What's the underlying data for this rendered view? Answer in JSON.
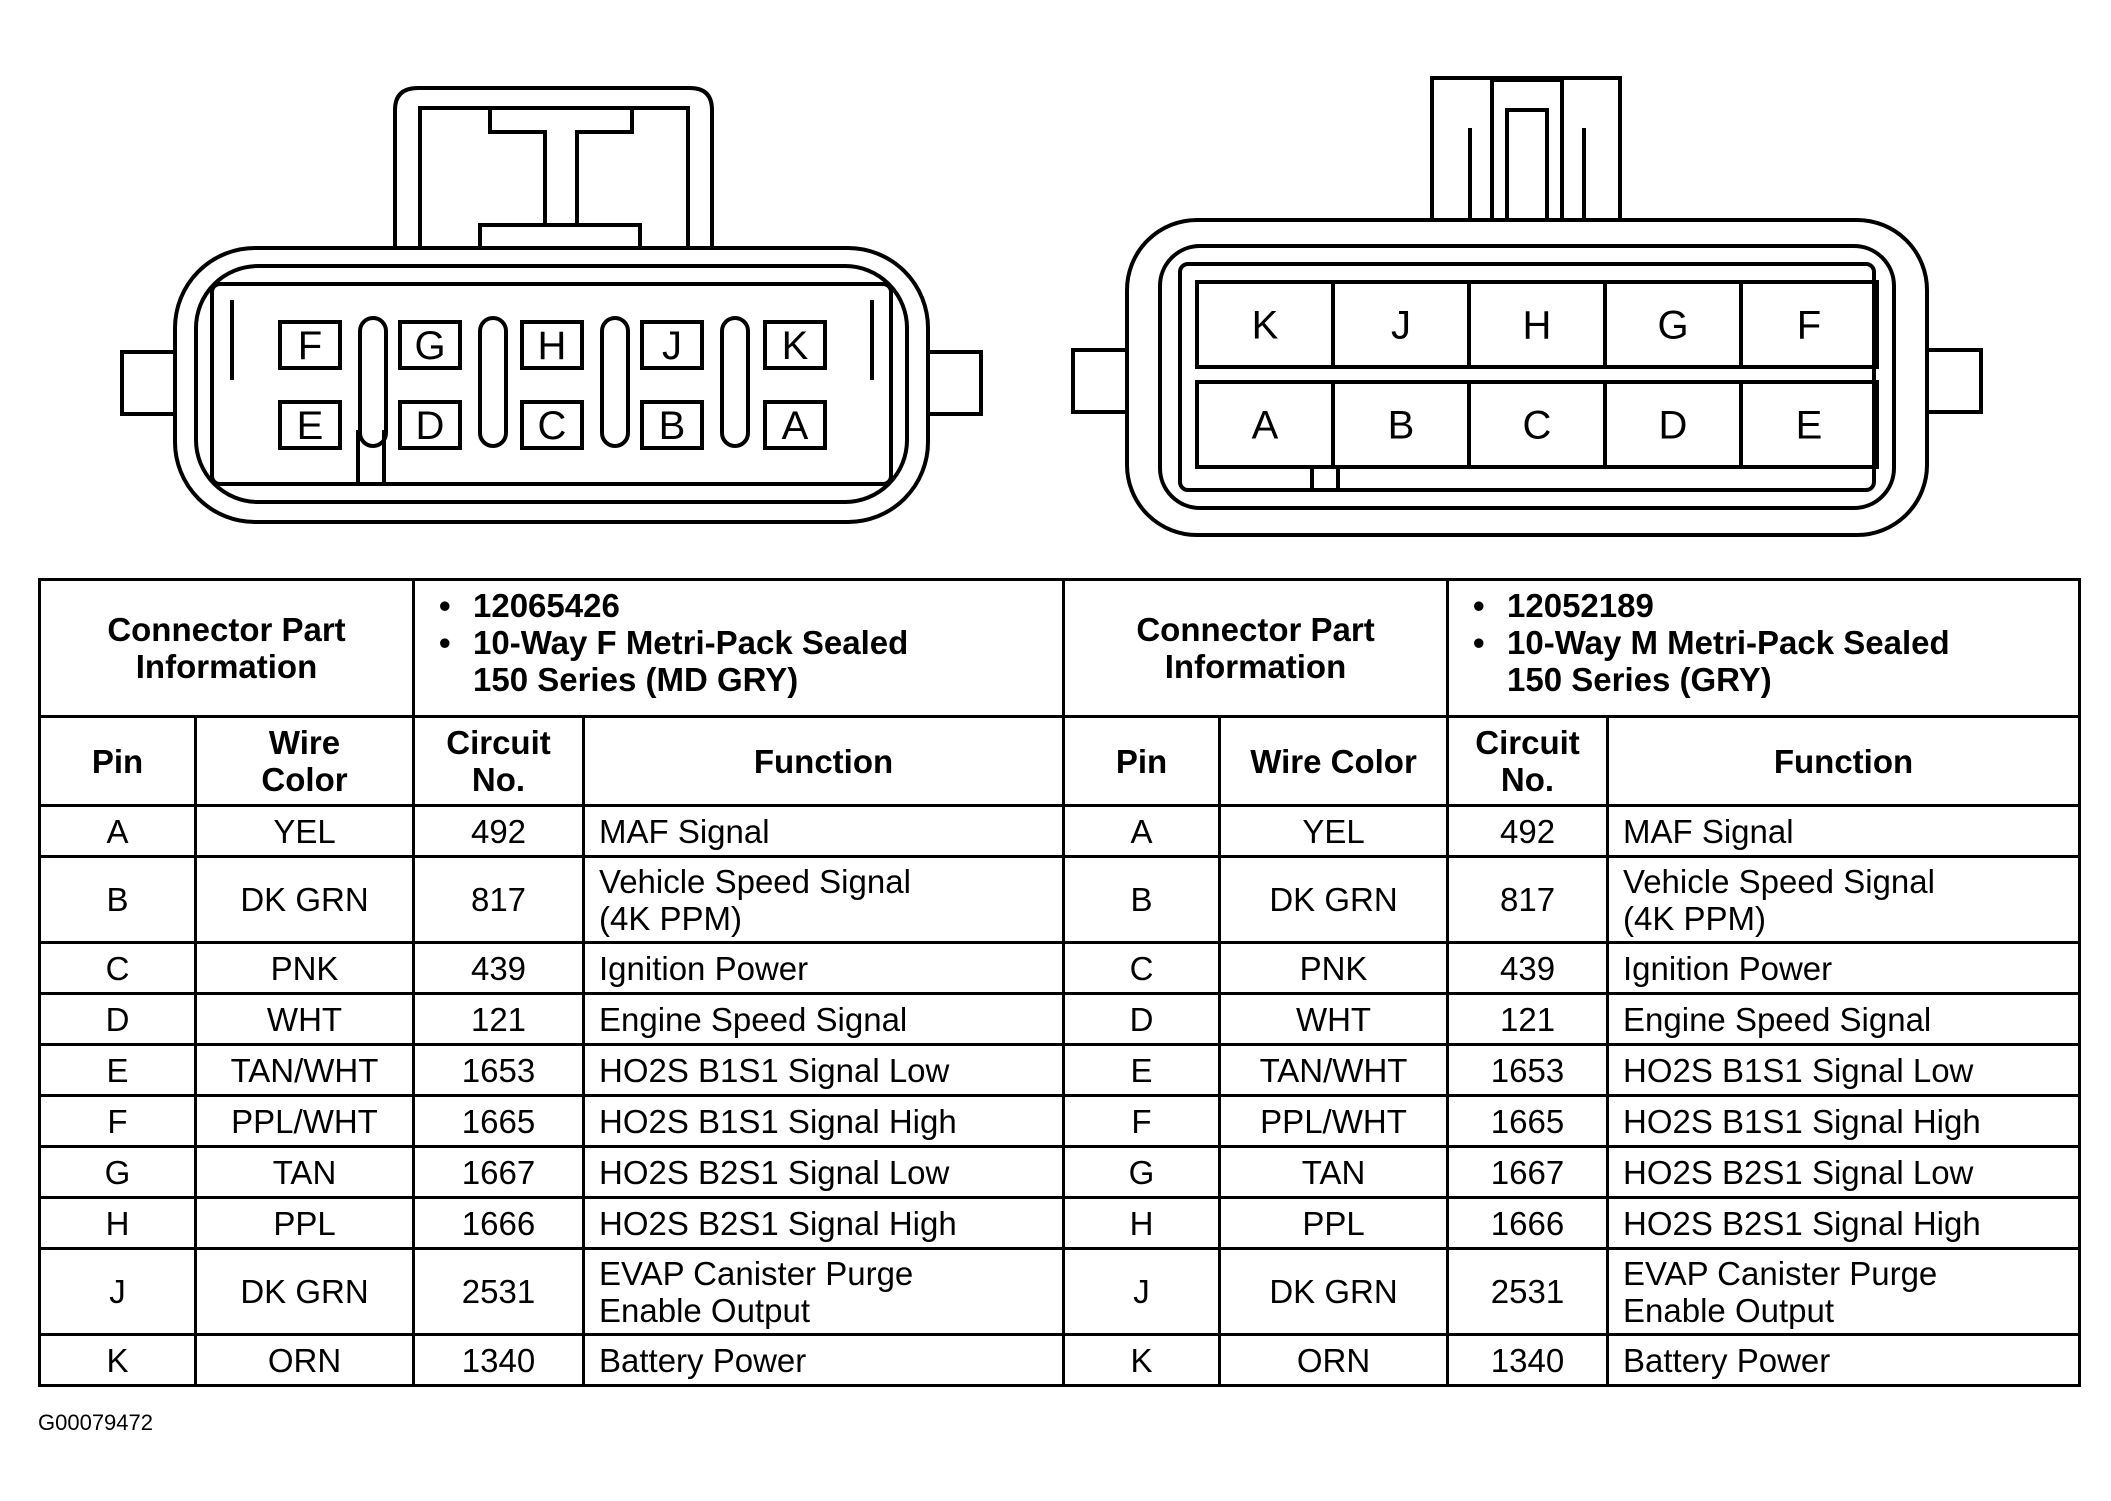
{
  "diagram": {
    "connector_f_pins_top": [
      "F",
      "G",
      "H",
      "J",
      "K"
    ],
    "connector_f_pins_bottom": [
      "E",
      "D",
      "C",
      "B",
      "A"
    ],
    "connector_m_pins_top": [
      "K",
      "J",
      "H",
      "G",
      "F"
    ],
    "connector_m_pins_bottom": [
      "A",
      "B",
      "C",
      "D",
      "E"
    ]
  },
  "table": {
    "info_label": "Connector Part Information",
    "connector_f": {
      "part_number": "12065426",
      "description_line1": "10-Way F Metri-Pack Sealed",
      "description_line2": "150 Series (MD GRY)"
    },
    "connector_m": {
      "part_number": "12052189",
      "description_line1": "10-Way M Metri-Pack Sealed",
      "description_line2": "150 Series (GRY)"
    },
    "headers": {
      "pin": "Pin",
      "wire_color_line1": "Wire",
      "wire_color_line2": "Color",
      "wire_color_one_line": "Wire Color",
      "circuit_line1": "Circuit",
      "circuit_line2": "No.",
      "function": "Function"
    },
    "rows": [
      {
        "pin": "A",
        "color": "YEL",
        "circuit": "492",
        "func1": "MAF Signal",
        "func2": ""
      },
      {
        "pin": "B",
        "color": "DK GRN",
        "circuit": "817",
        "func1": "Vehicle Speed Signal",
        "func2": "(4K PPM)"
      },
      {
        "pin": "C",
        "color": "PNK",
        "circuit": "439",
        "func1": "Ignition Power",
        "func2": ""
      },
      {
        "pin": "D",
        "color": "WHT",
        "circuit": "121",
        "func1": "Engine Speed Signal",
        "func2": ""
      },
      {
        "pin": "E",
        "color": "TAN/WHT",
        "circuit": "1653",
        "func1": "HO2S B1S1 Signal Low",
        "func2": ""
      },
      {
        "pin": "F",
        "color": "PPL/WHT",
        "circuit": "1665",
        "func1": "HO2S B1S1 Signal High",
        "func2": ""
      },
      {
        "pin": "G",
        "color": "TAN",
        "circuit": "1667",
        "func1": "HO2S B2S1 Signal Low",
        "func2": ""
      },
      {
        "pin": "H",
        "color": "PPL",
        "circuit": "1666",
        "func1": "HO2S B2S1 Signal High",
        "func2": ""
      },
      {
        "pin": "J",
        "color": "DK GRN",
        "circuit": "2531",
        "func1": "EVAP Canister Purge",
        "func2": "Enable Output"
      },
      {
        "pin": "K",
        "color": "ORN",
        "circuit": "1340",
        "func1": "Battery Power",
        "func2": ""
      }
    ]
  },
  "figure_code": "G00079472"
}
